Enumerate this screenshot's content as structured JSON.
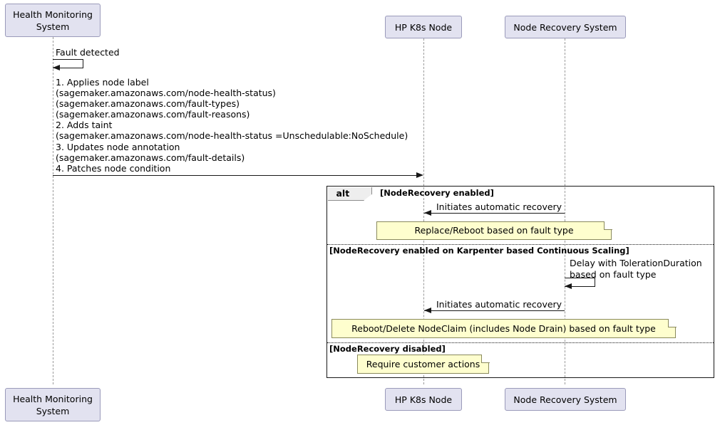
{
  "diagram": {
    "type": "uml-sequence-diagram",
    "colors": {
      "participant_fill": "#E2E2F0",
      "participant_border": "#9A9ABA",
      "note_fill": "#FEFECE",
      "note_border": "#8A8A5C",
      "line": "#181818",
      "lifeline": "#9A9A9A",
      "frame_tab_fill": "#EEEEEE",
      "background": "#FFFFFF"
    }
  },
  "participants": [
    {
      "id": "health",
      "label": "Health Monitoring\nSystem"
    },
    {
      "id": "node",
      "label": "HP K8s Node"
    },
    {
      "id": "recovery",
      "label": "Node Recovery System"
    }
  ],
  "messages": {
    "fault_detected": "Fault detected",
    "node_updates": "1. Applies node label\n(sagemaker.amazonaws.com/node-health-status)\n(sagemaker.amazonaws.com/fault-types)\n(sagemaker.amazonaws.com/fault-reasons)\n2. Adds taint\n(sagemaker.amazonaws.com/node-health-status =Unschedulable:NoSchedule)\n3. Updates node annotation\n(sagemaker.amazonaws.com/fault-details)\n4. Patches node condition",
    "initiates_recovery_1": "Initiates automatic recovery",
    "delay_toleration": "Delay with TolerationDuration\nbased on fault type",
    "initiates_recovery_2": "Initiates automatic recovery"
  },
  "fragment": {
    "operator": "alt",
    "sections": [
      {
        "guard": "[NodeRecovery enabled]"
      },
      {
        "guard": "[NodeRecovery enabled on Karpenter based Continuous Scaling]"
      },
      {
        "guard": "[NodeRecovery disabled]"
      }
    ]
  },
  "notes": {
    "replace_reboot": "Replace/Reboot based on fault type",
    "reboot_delete_nodeclaim": "Reboot/Delete NodeClaim (includes Node Drain) based on fault type",
    "require_customer_actions": "Require customer actions"
  }
}
